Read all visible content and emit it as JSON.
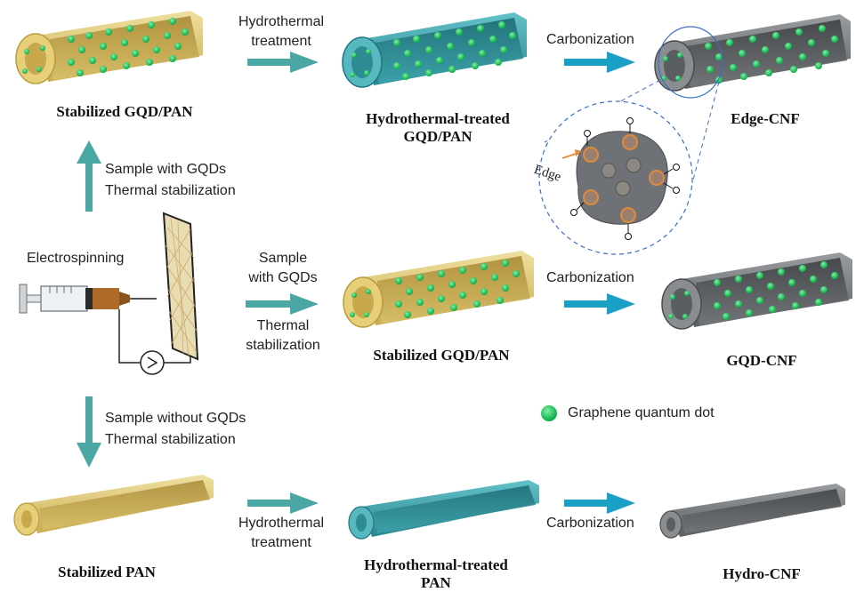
{
  "colors": {
    "pan_fill": "#e8d27c",
    "pan_dark": "#b89a3c",
    "hydro_fill": "#3aa4ad",
    "hydro_dark": "#1e6f78",
    "carbon_fill": "#7a7d80",
    "carbon_dark": "#4a4c4f",
    "dot": "#19c45a",
    "arrow_teal": "#4aa7a3",
    "arrow_blue": "#1aa0c4",
    "dash": "#3a6fc4"
  },
  "products": {
    "top_pan": "Stabilized GQD/PAN",
    "top_hydro_l1": "Hydrothermal-treated",
    "top_hydro_l2": "GQD/PAN",
    "top_cnf": "Edge-CNF",
    "mid_pan": "Stabilized GQD/PAN",
    "mid_cnf": "GQD-CNF",
    "bot_pan": "Stabilized PAN",
    "bot_hydro_l1": "Hydrothermal-treated",
    "bot_hydro_l2": "PAN",
    "bot_cnf": "Hydro-CNF"
  },
  "steps": {
    "hydro_l1": "Hydrothermal",
    "hydro_l2": "treatment",
    "carbonization": "Carbonization",
    "up_l1": "Sample with GQDs",
    "up_l2": "Thermal stabilization",
    "mid_l1": "Sample",
    "mid_l2": "with GQDs",
    "mid_l3": "Thermal",
    "mid_l4": "stabilization",
    "down_l1": "Sample without GQDs",
    "down_l2": "Thermal stabilization",
    "electrospinning": "Electrospinning"
  },
  "inset": {
    "edge_label": "Edge"
  },
  "legend": {
    "label": "Graphene quantum dot",
    "icon": "green-dot"
  },
  "icons": [
    "syringe-icon",
    "collector-mesh-icon",
    "voltage-source-icon"
  ]
}
